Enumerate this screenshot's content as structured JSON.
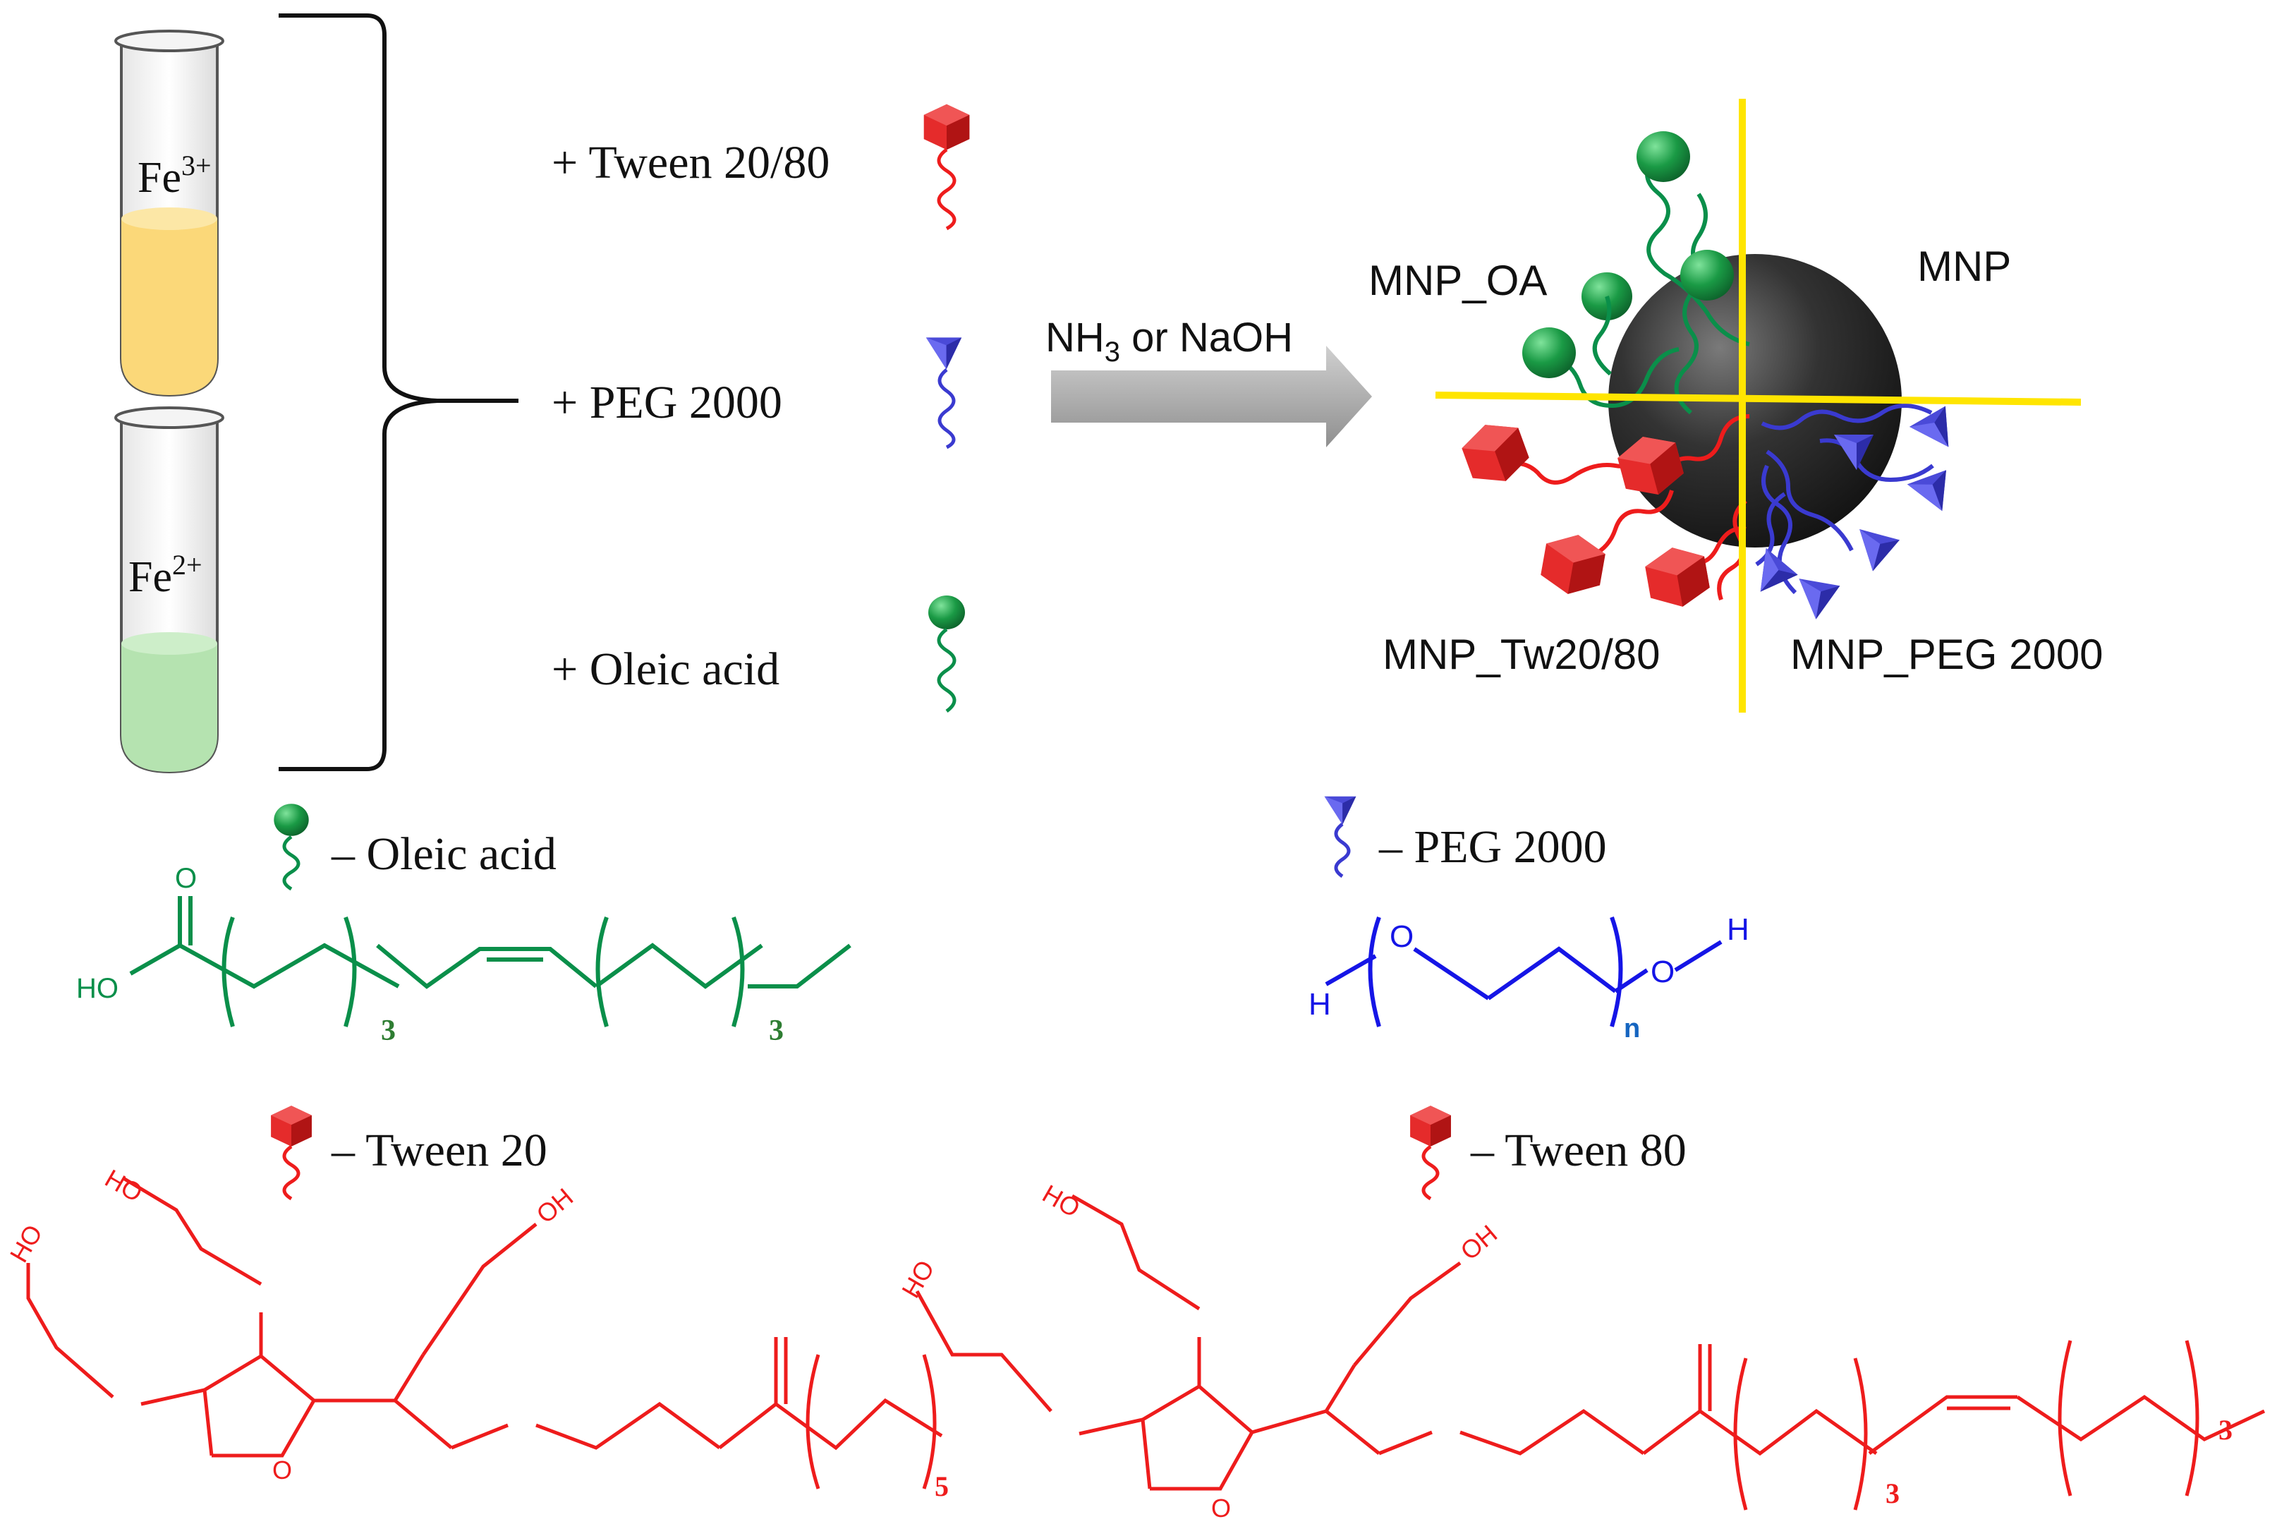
{
  "tubes": [
    {
      "ion": "Fe",
      "charge": "3+",
      "color": "#fbd879"
    },
    {
      "ion": "Fe",
      "charge": "2+",
      "color": "#b5e3b0"
    }
  ],
  "reagents": [
    {
      "label": "+ Tween 20/80",
      "icon": "red-cube-ligand-icon"
    },
    {
      "label": "+ PEG 2000",
      "icon": "blue-pyramid-ligand-icon"
    },
    {
      "label": "+ Oleic acid",
      "icon": "green-sphere-ligand-icon"
    }
  ],
  "arrow": {
    "base": "NH",
    "sub": "3",
    "rest": " or NaOH"
  },
  "particle": {
    "q_oa": "MNP_OA",
    "q_mnp": "MNP",
    "q_tw": "MNP_Tw20/80",
    "q_peg": "MNP_PEG 2000"
  },
  "legends": {
    "oleic": "– Oleic acid",
    "peg": "– PEG 2000",
    "tw20": "– Tween 20",
    "tw80": "– Tween 80"
  },
  "structures": {
    "oleic": {
      "oh": "HO",
      "o": "O",
      "n1": "3",
      "n2": "3"
    },
    "peg": {
      "h1": "H",
      "o1": "O",
      "o2": "O",
      "h2": "H",
      "n": "n"
    },
    "tw20": {
      "ho1": "HO",
      "ho2": "HO",
      "ho3": "OH",
      "o": "O",
      "n": "5"
    },
    "tw80": {
      "ho1": "HO",
      "ho2": "HO",
      "ho3": "OH",
      "o": "O",
      "n1": "3",
      "n2": "3"
    }
  },
  "colors": {
    "oleic": "#0a8f4a",
    "peg": "#1515e6",
    "tween": "#ee1c1c",
    "divider": "#ffe500",
    "core": "#2b2b2b",
    "arrow": "#9a9a9a"
  }
}
